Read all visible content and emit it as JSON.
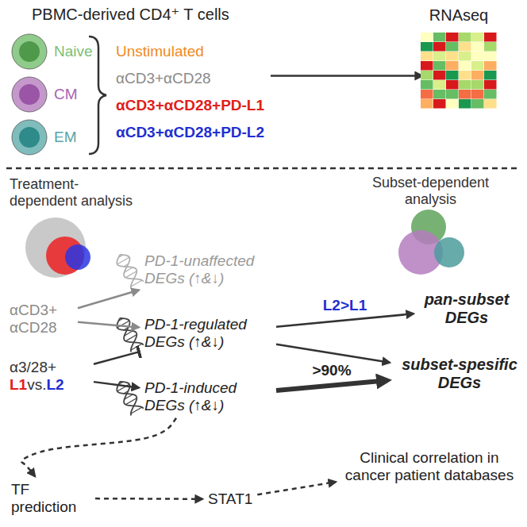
{
  "diagram": {
    "title": "PBMC-derived CD4⁺ T cells",
    "nodes": [
      {
        "text": [
          "Naive"
        ]
      },
      {
        "text": [
          "CM"
        ]
      },
      {
        "text": [
          "EM"
        ]
      },
      {
        "text": [
          "Unstimulated",
          "αCD3+αCD28",
          "αCD3+αCD28+PD-L1",
          "αCD3+αCD28+PD-L2"
        ]
      },
      {
        "text": [
          "RNAseq"
        ]
      },
      {
        "text": [
          "Treatment-dependent analysis"
        ]
      },
      {
        "text": [
          "Subset-dependent analysis"
        ]
      },
      {
        "text": [
          "αCD3+ αCD28"
        ]
      },
      {
        "text": [
          "α3/28+",
          "L1",
          "vs.",
          "L2"
        ]
      },
      {
        "text": [
          "PD-1-unaffected DEGs (↑&↓)"
        ]
      },
      {
        "text": [
          "PD-1-regulated DEGs (↑&↓)"
        ]
      },
      {
        "text": [
          "PD-1-induced DEGs (↑&↓)"
        ]
      },
      {
        "text": [
          "pan-subset DEGs"
        ]
      },
      {
        "text": [
          "subset-spesific DEGs"
        ]
      },
      {
        "text": [
          "TF prediction"
        ]
      },
      {
        "text": [
          "STAT1"
        ]
      },
      {
        "text": [
          "Clinical correlation in cancer patient databases"
        ]
      }
    ],
    "edges": [
      {
        "from": 3,
        "to": 4,
        "arrow": "to"
      },
      {
        "from": 7,
        "to": 9,
        "arrow": "to"
      },
      {
        "from": 7,
        "to": 10,
        "arrow": "to"
      },
      {
        "from": 8,
        "to": 10,
        "arrow": "to"
      },
      {
        "from": 8,
        "to": 11,
        "arrow": "to"
      },
      {
        "from": 10,
        "to": 12,
        "label": "L2>L1",
        "arrow": "to"
      },
      {
        "from": 10,
        "to": 13,
        "arrow": "to"
      },
      {
        "from": 11,
        "to": 13,
        "label": ">90%",
        "arrow": "to"
      },
      {
        "from": 11,
        "to": 14,
        "arrow": "to"
      },
      {
        "from": 14,
        "to": 15,
        "arrow": "to"
      },
      {
        "from": 15,
        "to": 16,
        "arrow": "to"
      }
    ]
  }
}
